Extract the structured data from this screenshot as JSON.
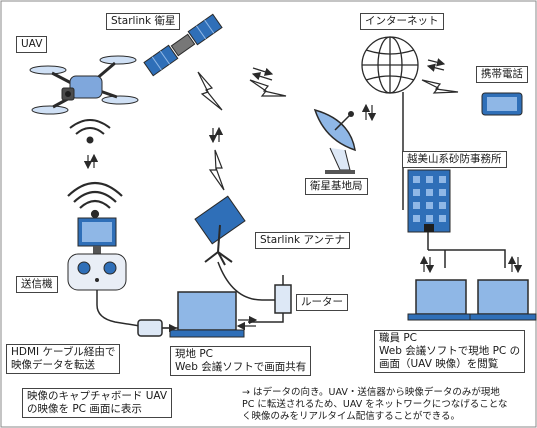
{
  "labels": {
    "uav": "UAV",
    "starlink_sat": "Starlink 衛星",
    "internet": "インターネット",
    "mobile": "携帯電話",
    "ground_station": "衛星基地局",
    "office": "越美山系砂防事務所",
    "starlink_antenna": "Starlink アンテナ",
    "transmitter": "送信機",
    "router": "ルーター",
    "hdmi_line1": "HDMI ケーブル経由で",
    "hdmi_line2": "映像データを転送",
    "local_pc_line1": "現地 PC",
    "local_pc_line2": "Web 会議ソフトで画面共有",
    "staff_pc_line1": "職員 PC",
    "staff_pc_line2": "Web 会議ソフトで現地 PC の",
    "staff_pc_line3": "画面（UAV 映像）を閲覧",
    "capture_line1": "映像のキャプチャボード UAV",
    "capture_line2": "の映像を PC 画面に表示"
  },
  "note": {
    "line1": "→ はデータの向き。UAV・送信器から映像データのみが現地",
    "line2": "PC に転送されるため、UAV をネットワークにつなげることな",
    "line3": "く映像のみをリアルタイム配信することができる。"
  },
  "colors": {
    "device_blue": "#2f6fb8",
    "device_fill": "#8fb7e6",
    "outline": "#2a2a2a",
    "accent": "#3a7bd5"
  },
  "icons": [
    "drone-icon",
    "wifi-icon",
    "satellite-icon",
    "globe-icon",
    "phone-icon",
    "dish-icon",
    "building-icon",
    "antenna-icon",
    "controller-icon",
    "router-icon",
    "laptop-icon",
    "capture-board-icon",
    "lightning-icon"
  ]
}
